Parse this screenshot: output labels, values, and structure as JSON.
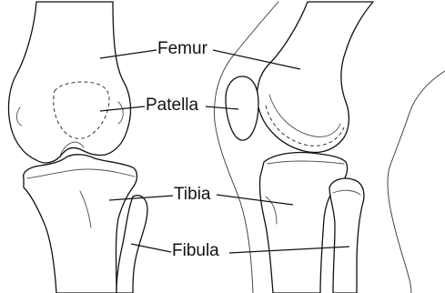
{
  "labels": {
    "femur": "Femur",
    "patella": "Patella",
    "tibia": "Tibia",
    "fibula": "Fibula"
  },
  "colors": {
    "line": "#111111",
    "background": "#ffffff"
  }
}
